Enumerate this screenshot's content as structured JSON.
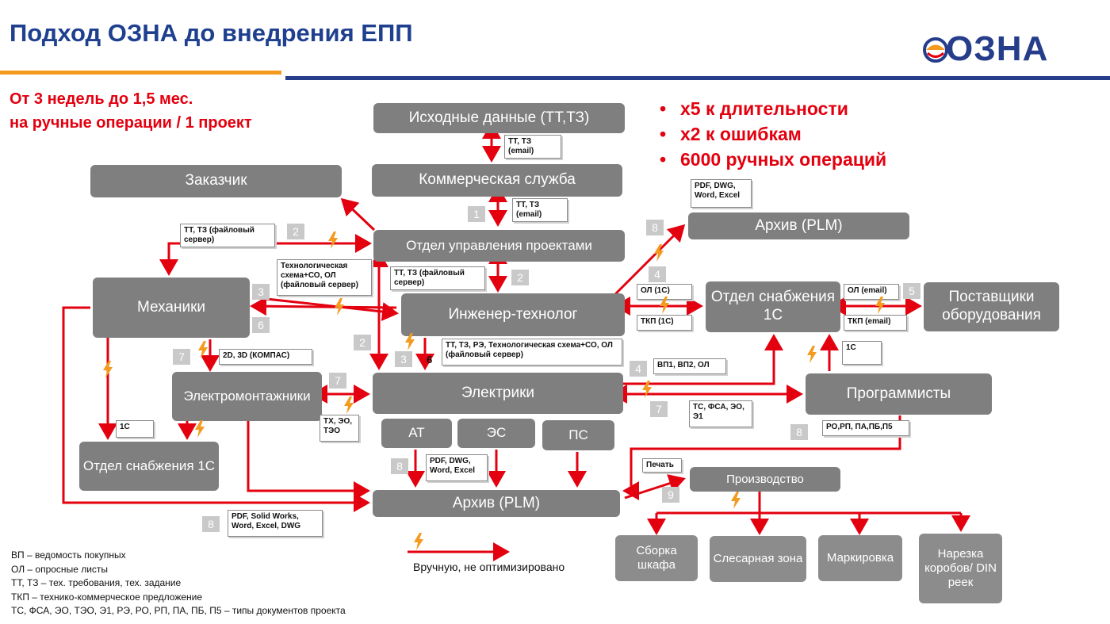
{
  "header": {
    "title": "Подход ОЗНА до внедрения ЕПП",
    "logo_text": "ОЗНА"
  },
  "lead_lines": [
    "От 3 недель до 1,5 мес.",
    "на ручные операции / 1 проект"
  ],
  "bullets": [
    "x5 к длительности",
    "x2 к ошибкам",
    "6000 ручных операций"
  ],
  "nodes": {
    "ishodnye": "Исходные данные (ТТ,ТЗ)",
    "kommerch": "Коммерческая служба",
    "zakazchik": "Заказчик",
    "oup": "Отдел управления проектами",
    "arhiv_top": "Архив (PLM)",
    "mehaniki": "Механики",
    "inzhener": "Инженер-технолог",
    "snab_right": "Отдел снабжения 1С",
    "postavshiki": "Поставщики оборудования",
    "elektromont": "Электромонтажники",
    "elektriki": "Электрики",
    "programmisty": "Программисты",
    "at": "АТ",
    "es": "ЭС",
    "ps": "ПС",
    "snab_left": "Отдел снабжения 1С",
    "arhiv_bottom": "Архив (PLM)",
    "proizvodstvo": "Производство",
    "sborka": "Сборка шкафа",
    "slesar": "Слесарная зона",
    "markirovka": "Маркировка",
    "narezka": "Нарезка коробов/ DIN реек"
  },
  "notes": {
    "n_tt_tz_1": "ТТ, ТЗ (email)",
    "n_tt_tz_2": "ТТ, ТЗ (email)",
    "n_pdf_top": "PDF, DWG, Word, Excel",
    "n_tt_fs_left": "ТТ, ТЗ (файловый сервер)",
    "n_tech_scheme": "Технологическая схема+СО, ОЛ (файловый сервер)",
    "n_tt_fs_mid": "ТТ, ТЗ (файловый сервер)",
    "n_ol_1c": "ОЛ (1С)",
    "n_tkp_1c": "ТКП (1С)",
    "n_ol_email": "ОЛ (email)",
    "n_tkp_email": "ТКП (email)",
    "n_tt_long": "ТТ, ТЗ, РЭ, Технологическая схема+СО, ОЛ (файловый сервер)",
    "n_2d3d": "2D, 3D (КОМПАС)",
    "n_1c_right": "1С",
    "n_vp": "ВП1, ВП2, ОЛ",
    "n_ts_fsa": "ТС, ФСА, ЭО, Э1",
    "n_tx_eo": "ТХ, ЭО, ТЭО",
    "n_1c_left": "1С",
    "n_ro": "РО,РП, ПА,ПБ,П5",
    "n_pdf_mid": "PDF, DWG, Word, Excel",
    "n_pechat": "Печать",
    "n_pdf_sw": "PDF, Solid Works, Word, Excel, DWG"
  },
  "step_numbers": {
    "s1": "1",
    "s2a": "2",
    "s2b": "2",
    "s2c": "2",
    "s3a": "3",
    "s3b": "3",
    "s4a": "4",
    "s4b": "4",
    "s5": "5",
    "s6": "6",
    "s6plain": "6",
    "s7a": "7",
    "s7b": "7",
    "s7c": "7",
    "s8a": "8",
    "s8b": "8",
    "s8c": "8",
    "s8d": "8",
    "s9": "9"
  },
  "legend": [
    "ВП – ведомость покупных",
    "ОЛ – опросные листы",
    "ТТ, ТЗ – тех. требования, тех. задание",
    "ТКП – технико-коммерческое предложение",
    "ТС, ФСА, ЭО, ТЭО, Э1, РЭ, РО, РП, ПА, ПБ, П5 – типы документов проекта"
  ],
  "legend_caption": "Вручную, не оптимизировано",
  "colors": {
    "title_blue": "#1f3f8f",
    "accent_red": "#e3000f",
    "box_grey": "#7f7f7f",
    "header_orange": "#f39a1f",
    "header_blue": "#253d8a",
    "bolt_orange": "#f39a1f"
  }
}
